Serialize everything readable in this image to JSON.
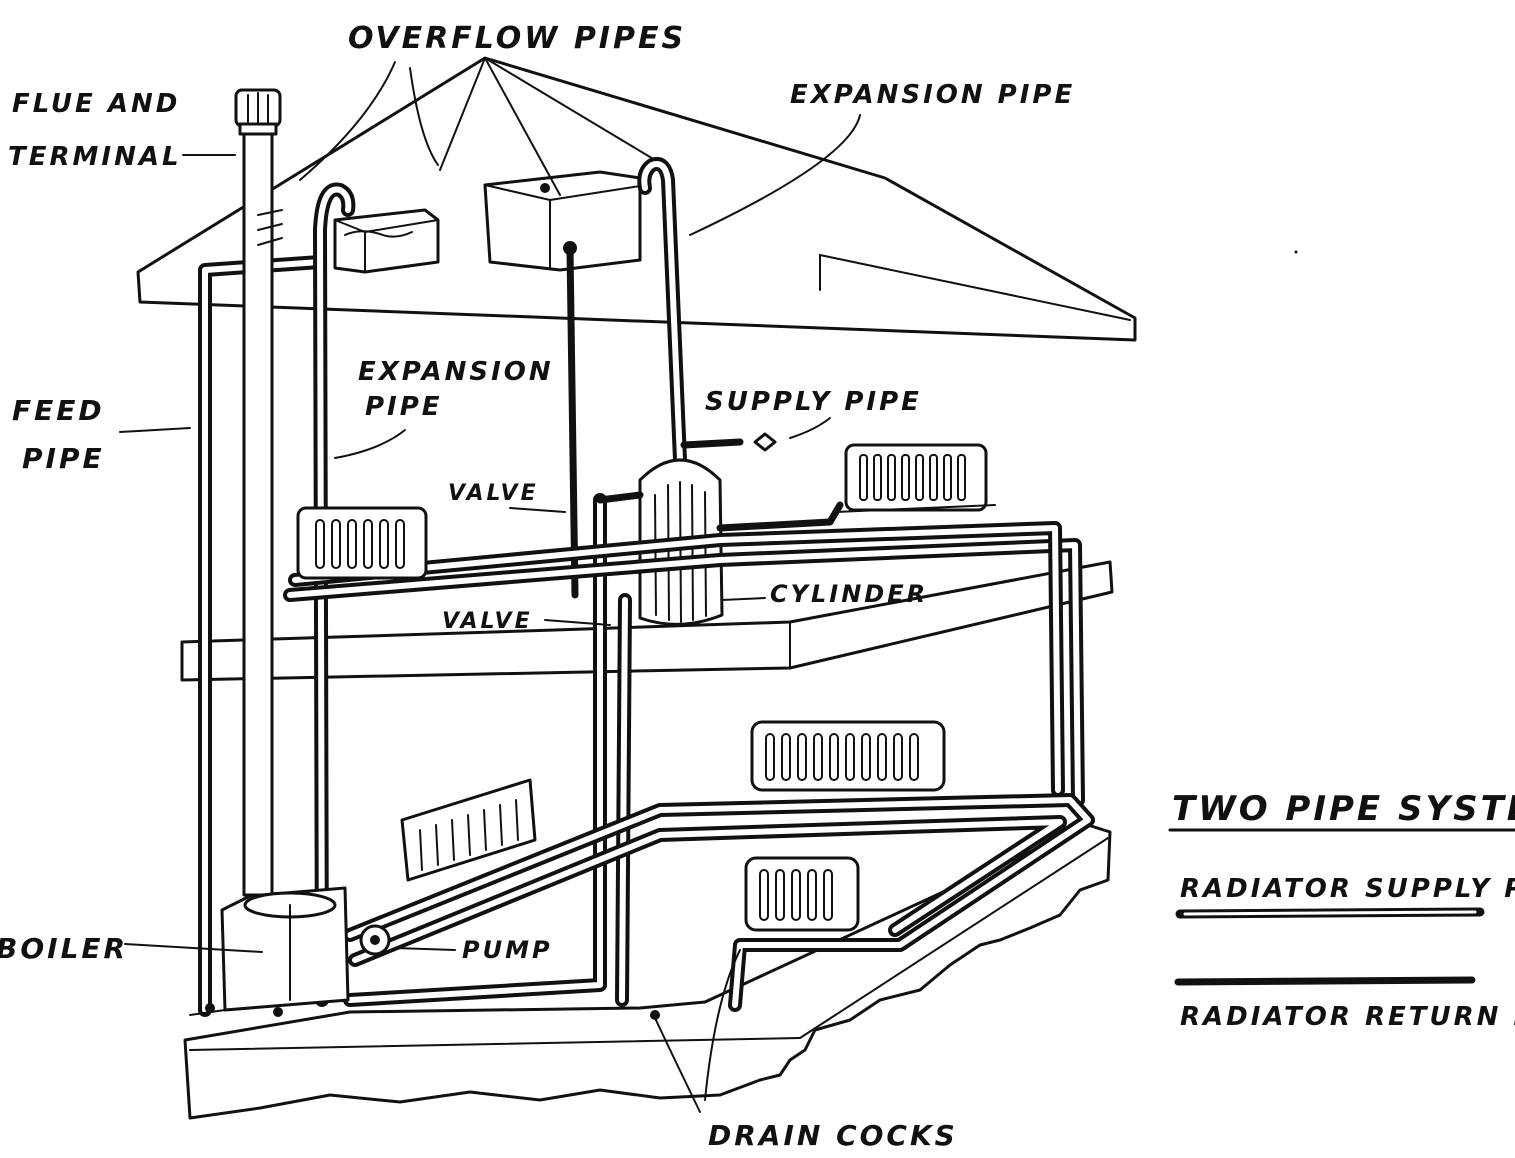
{
  "labels": {
    "overflow_pipes": "OVERFLOW PIPES",
    "flue_and": "FLUE AND",
    "terminal": "TERMINAL",
    "expansion_pipe_top": "EXPANSION PIPE",
    "feed": "FEED",
    "pipe_feed": "PIPE",
    "expansion": "EXPANSION",
    "pipe_expansion": "PIPE",
    "supply_pipe": "SUPPLY PIPE",
    "valve_upper": "VALVE",
    "cylinder": "CYLINDER",
    "valve_lower": "VALVE",
    "boiler": "BOILER",
    "pump": "PUMP",
    "drain_cocks": "DRAIN COCKS"
  },
  "legend": {
    "title": "TWO PIPE SYSTEM",
    "supply": "RADIATOR SUPPLY P",
    "return": "RADIATOR RETURN P"
  },
  "colors": {
    "ink": "#111111",
    "paper": "#ffffff"
  }
}
